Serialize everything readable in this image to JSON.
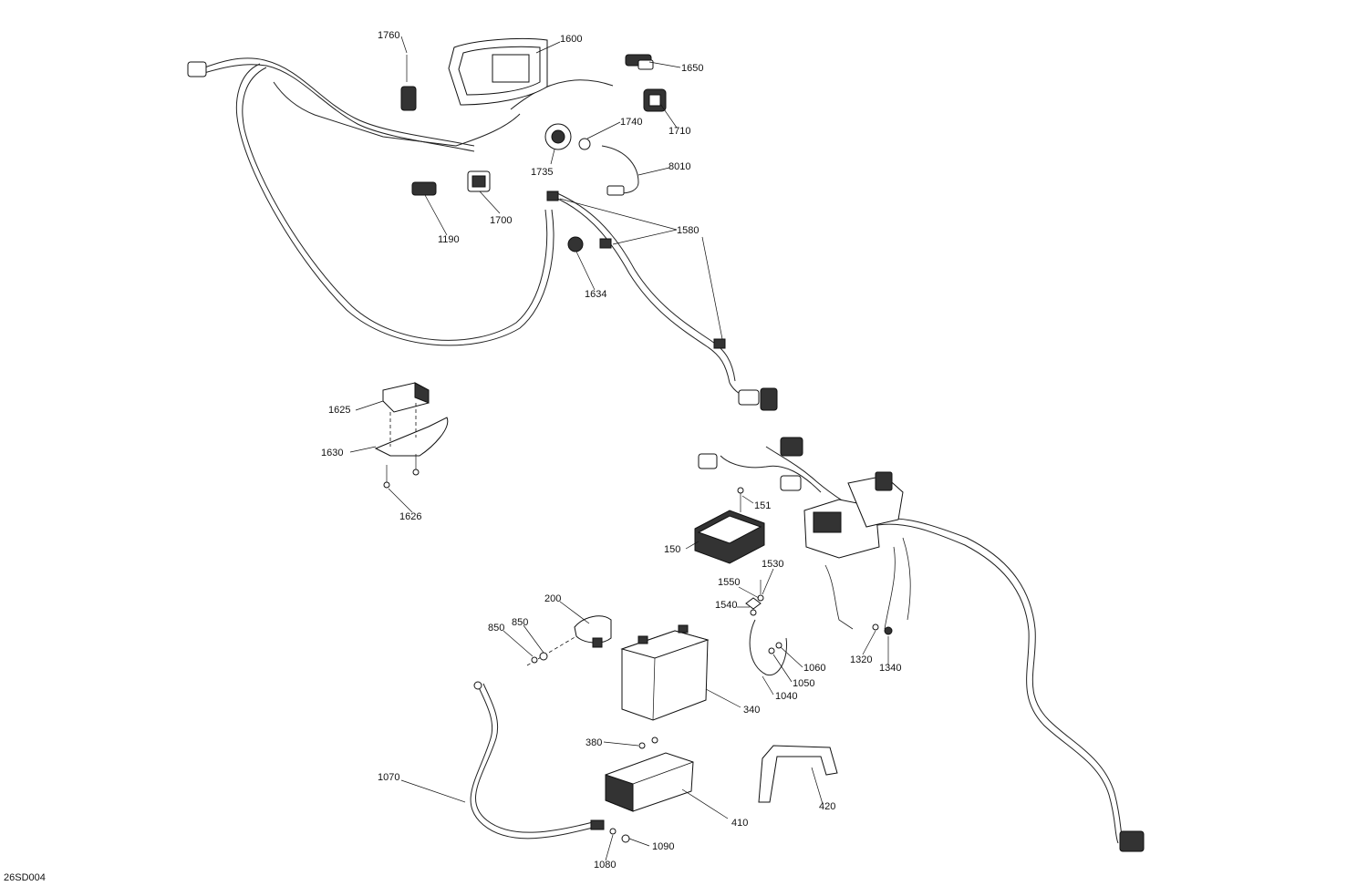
{
  "diagram_code": "26SD004",
  "callouts": {
    "p1760": "1760",
    "p1600": "1600",
    "p1650": "1650",
    "p1710": "1710",
    "p1740": "1740",
    "p1735": "1735",
    "p8010": "8010",
    "p1190": "1190",
    "p1700": "1700",
    "p1580": "1580",
    "p1634": "1634",
    "p1625": "1625",
    "p1630": "1630",
    "p1626": "1626",
    "p151": "151",
    "p150": "150",
    "p1530": "1530",
    "p1550": "1550",
    "p1540": "1540",
    "p1060": "1060",
    "p1050": "1050",
    "p1040": "1040",
    "p1320": "1320",
    "p1340": "1340",
    "p200": "200",
    "p850a": "850",
    "p850b": "850",
    "p340": "340",
    "p380": "380",
    "p410": "410",
    "p420": "420",
    "p1070": "1070",
    "p1080": "1080",
    "p1090": "1090"
  }
}
